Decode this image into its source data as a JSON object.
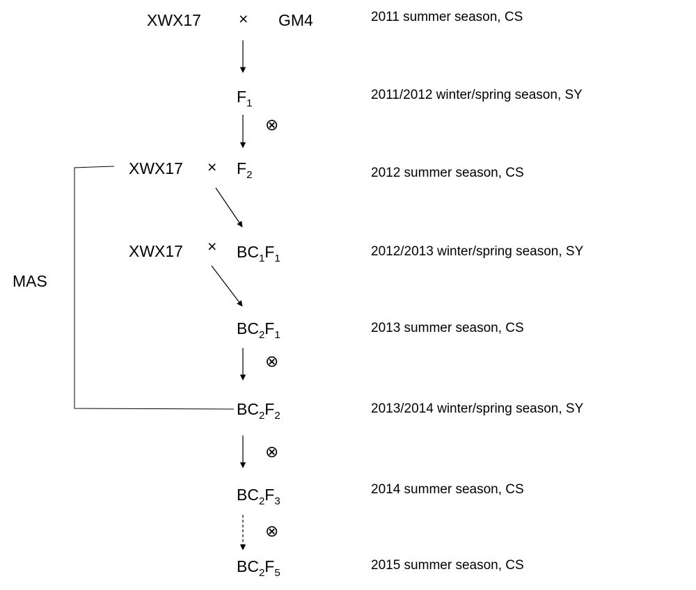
{
  "cross": {
    "parent_a": "XWX17",
    "parent_b": "GM4",
    "symbol": "×"
  },
  "selfing_symbol": "⊗",
  "recurrent_parent": "XWX17",
  "generations": [
    {
      "id": "f1",
      "base": "F",
      "sub": "1",
      "season": "2011/2012 winter/spring season, SY"
    },
    {
      "id": "f2",
      "base": "F",
      "sub": "2",
      "season": "2012 summer season, CS"
    },
    {
      "id": "bc1f1",
      "prefix": "BC",
      "prefix_sub": "1",
      "base": "F",
      "sub": "1",
      "season": "2012/2013 winter/spring season, SY"
    },
    {
      "id": "bc2f1",
      "prefix": "BC",
      "prefix_sub": "2",
      "base": "F",
      "sub": "1",
      "season": "2013 summer season, CS"
    },
    {
      "id": "bc2f2",
      "prefix": "BC",
      "prefix_sub": "2",
      "base": "F",
      "sub": "2",
      "season": "2013/2014 winter/spring season, SY"
    },
    {
      "id": "bc2f3",
      "prefix": "BC",
      "prefix_sub": "2",
      "base": "F",
      "sub": "3",
      "season": "2014 summer season, CS"
    },
    {
      "id": "bc2f5",
      "prefix": "BC",
      "prefix_sub": "2",
      "base": "F",
      "sub": "5",
      "season": "2015 summer season, CS"
    }
  ],
  "initial_season": "2011 summer season, CS",
  "mas_label": "MAS"
}
